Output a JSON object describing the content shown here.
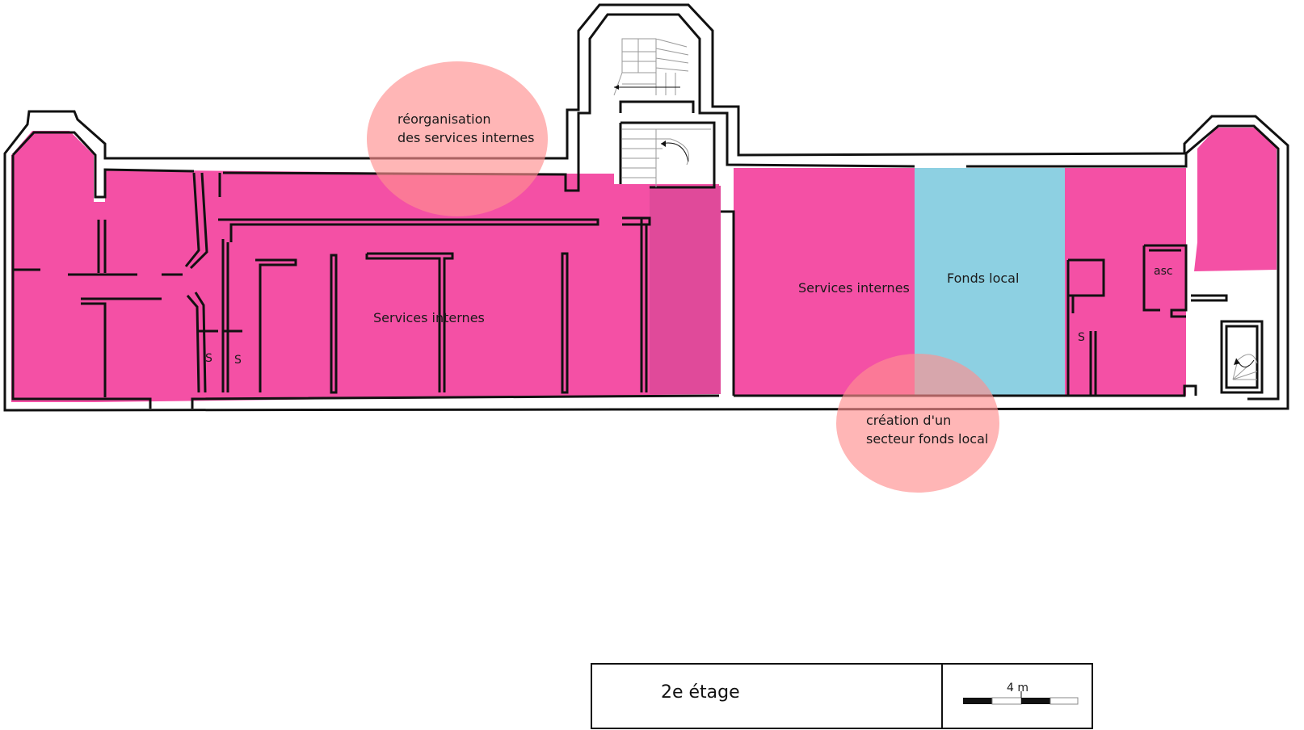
{
  "plan": {
    "zones": {
      "services_internes_left": "Services internes",
      "services_internes_right": "Services internes",
      "fonds_local": "Fonds local",
      "asc": "asc",
      "sanitary_1": "S",
      "sanitary_2": "S",
      "sanitary_3": "S"
    },
    "annotations": {
      "reorganisation_line1": "réorganisation",
      "reorganisation_line2": "des services internes",
      "creation_line1": "création d'un",
      "creation_line2": "secteur fonds local"
    },
    "colors": {
      "services_internes": "#f450a5",
      "services_internes_dark": "#e04a9a",
      "fonds_local": "#8dd0e2",
      "annotation_bubble": "#ff8f8f",
      "wall": "#111111"
    }
  },
  "title_block": {
    "floor_label": "2e étage",
    "scale_label": "4 m"
  }
}
